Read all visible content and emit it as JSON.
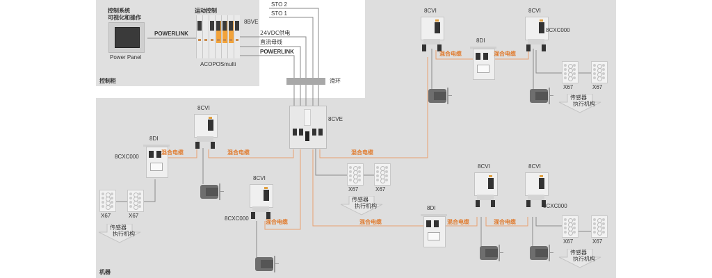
{
  "regions": {
    "cabinet_label": "控制柜",
    "machine_label": "机器"
  },
  "cabinet": {
    "visualization_title_line1": "控制系统",
    "visualization_title_line2": "可视化和操作",
    "power_panel_label": "Power Panel",
    "powerlink_link_label": "POWERLINK",
    "motion_control_title": "运动控制",
    "acopos_label": "ACOPOSmulti",
    "bve_label": "8BVE"
  },
  "cables": {
    "sto2": "STO 2",
    "sto1": "STO 1",
    "vdc24": "24VDC供电",
    "dc_bus": "直流母线",
    "powerlink": "POWERLINK",
    "slip_ring": "滑环"
  },
  "devices": {
    "cve": "8CVE",
    "cvi": "8CVI",
    "di": "8DI",
    "cxc": "8CXC000",
    "x67": "X67",
    "sensor_line1": "传感器",
    "sensor_line2": "执行机构",
    "hybrid_cable": "混合电缆"
  },
  "colors": {
    "region_gray": "#dedede",
    "hybrid_cable": "#e8a070",
    "hybrid_label": "#e07a2c",
    "signal_line": "#8a8a8a",
    "module_orange": "#f2a33a"
  }
}
